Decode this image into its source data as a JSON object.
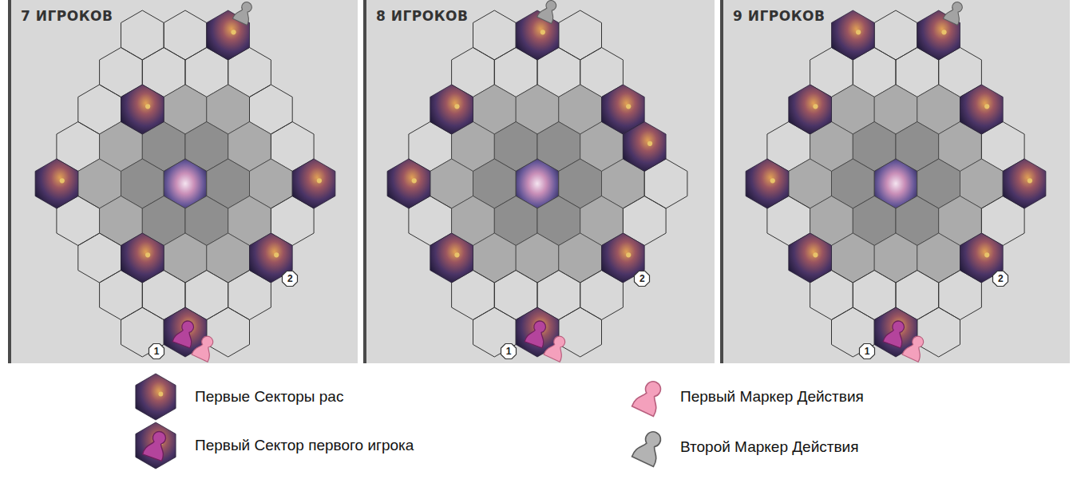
{
  "diagram": {
    "nodes": [
      {
        "text": [
          "7 ИГРОКОВ"
        ]
      },
      {
        "text": [
          "1"
        ],
        "in": 0
      },
      {
        "text": [
          "2"
        ],
        "in": 0
      },
      {
        "text": [
          "8 ИГРОКОВ"
        ]
      },
      {
        "text": [
          "1"
        ],
        "in": 3
      },
      {
        "text": [
          "2"
        ],
        "in": 3
      },
      {
        "text": [
          "9 ИГРОКОВ"
        ]
      },
      {
        "text": [
          "1"
        ],
        "in": 6
      },
      {
        "text": [
          "2"
        ],
        "in": 6
      }
    ],
    "legend": [
      {
        "text": "Первые Секторы рас"
      },
      {
        "text": "Первый Сектор первого игрока"
      },
      {
        "text": "Первый Маркер Действия"
      },
      {
        "text": "Второй Маркер Действия"
      }
    ]
  }
}
